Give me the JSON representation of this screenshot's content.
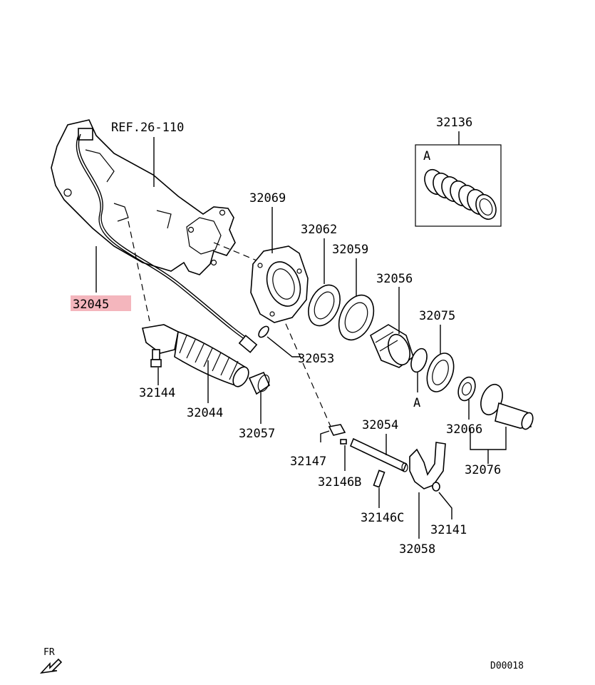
{
  "diagram": {
    "ref_label": "REF.26-110",
    "parts": [
      {
        "id": "p32136",
        "number": "32136"
      },
      {
        "id": "p32069",
        "number": "32069"
      },
      {
        "id": "p32062",
        "number": "32062"
      },
      {
        "id": "p32059",
        "number": "32059"
      },
      {
        "id": "p32056",
        "number": "32056"
      },
      {
        "id": "p32075",
        "number": "32075"
      },
      {
        "id": "p32045",
        "number": "32045",
        "highlighted": true
      },
      {
        "id": "p32053",
        "number": "32053"
      },
      {
        "id": "p32144",
        "number": "32144"
      },
      {
        "id": "p32044",
        "number": "32044"
      },
      {
        "id": "p32057",
        "number": "32057"
      },
      {
        "id": "p32054",
        "number": "32054"
      },
      {
        "id": "p32066",
        "number": "32066"
      },
      {
        "id": "p32147",
        "number": "32147"
      },
      {
        "id": "p32076",
        "number": "32076"
      },
      {
        "id": "p32146B",
        "number": "32146B"
      },
      {
        "id": "p32146C",
        "number": "32146C"
      },
      {
        "id": "p32141",
        "number": "32141"
      },
      {
        "id": "p32058",
        "number": "32058"
      }
    ],
    "callout_a_box": "A",
    "callout_a_ring": "A",
    "front_marker": "FR",
    "diagram_code": "D00018",
    "highlight_color": "#f4b6bd"
  }
}
